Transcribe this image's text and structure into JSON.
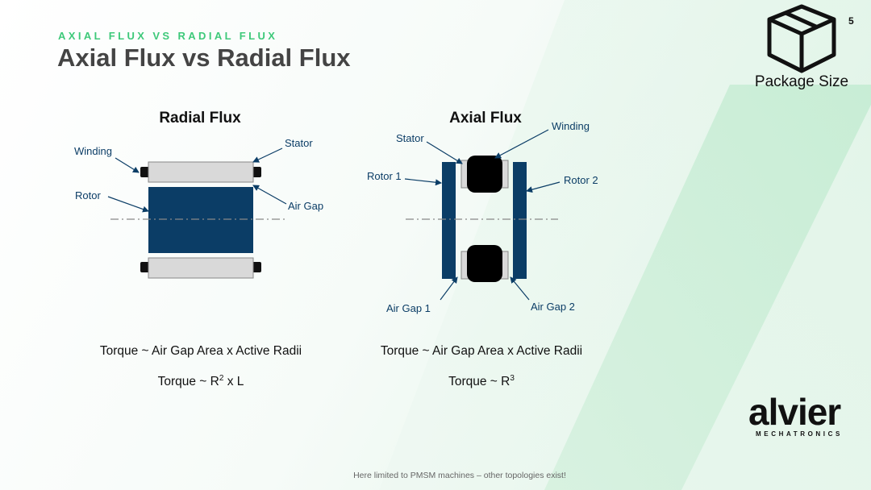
{
  "header": {
    "subtitle": "AXIAL FLUX VS RADIAL FLUX",
    "title": "Axial Flux vs Radial Flux",
    "page_number": "5"
  },
  "badge": {
    "icon": "package-box-icon",
    "label": "Package Size"
  },
  "radial": {
    "heading": "Radial Flux",
    "labels": {
      "winding": "Winding",
      "stator": "Stator",
      "rotor": "Rotor",
      "air_gap": "Air Gap"
    },
    "formula_1": "Torque ~ Air Gap Area x Active Radii",
    "formula_2_base": "Torque ~ R",
    "formula_2_exp": "2",
    "formula_2_tail": " x L"
  },
  "axial": {
    "heading": "Axial Flux",
    "labels": {
      "stator": "Stator",
      "winding": "Winding",
      "rotor_1": "Rotor 1",
      "rotor_2": "Rotor 2",
      "air_gap_1": "Air Gap 1",
      "air_gap_2": "Air Gap 2"
    },
    "formula_1": "Torque ~ Air Gap Area x Active Radii",
    "formula_2_base": "Torque ~ R",
    "formula_2_exp": "3"
  },
  "logo": {
    "word": "alvier",
    "sub": "MECHATRONICS"
  },
  "footnote": "Here limited to PMSM machines – other topologies exist!",
  "colors": {
    "accent_green": "#3ec97a",
    "rotor_blue": "#0b3d66",
    "stator_gray": "#d9d9d9",
    "title_gray": "#444444"
  }
}
